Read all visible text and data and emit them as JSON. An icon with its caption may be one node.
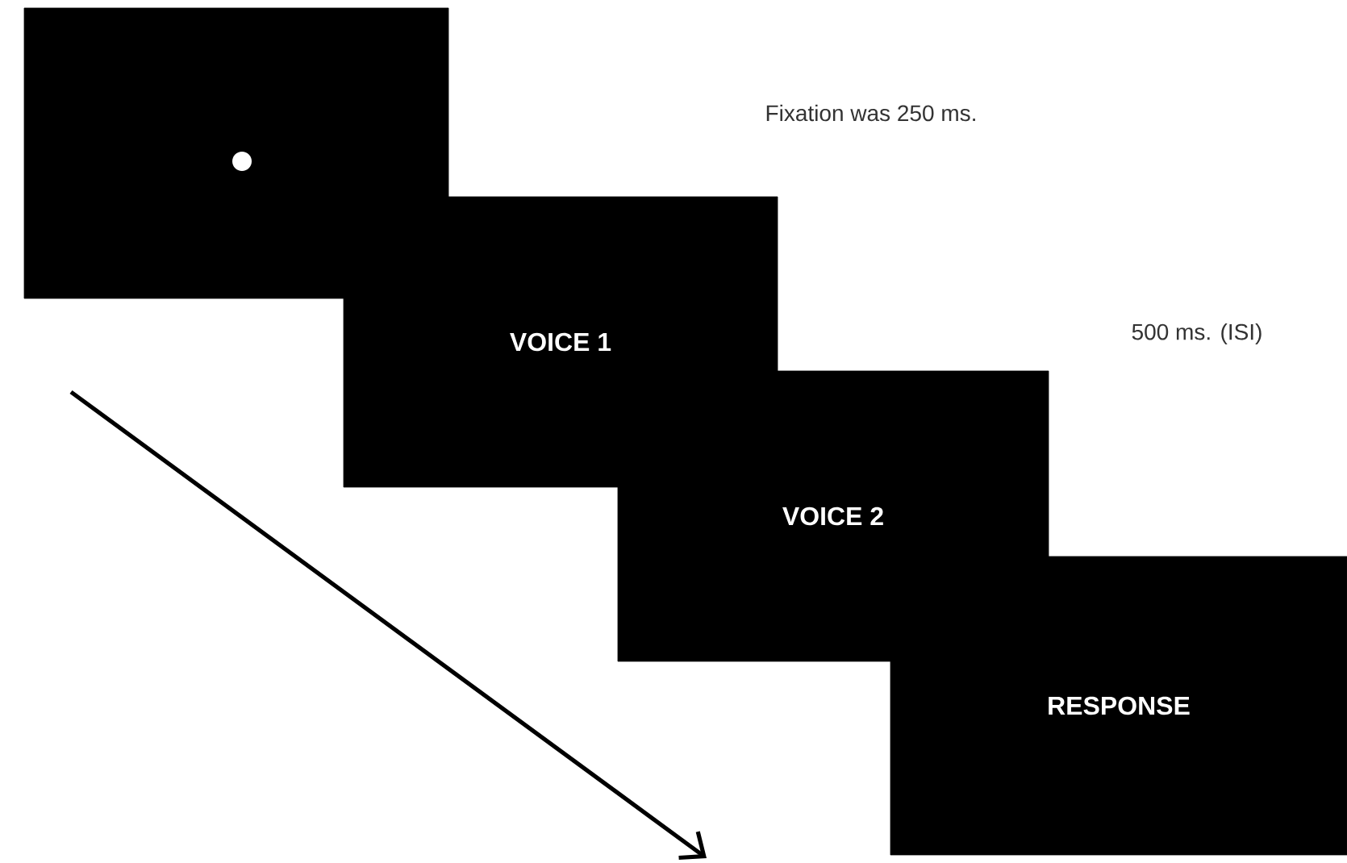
{
  "diagram": {
    "nodes": [
      {
        "text": [],
        "shape": "box"
      },
      {
        "text": [
          "VOICE 1"
        ]
      },
      {
        "text": [
          "VOICE 2"
        ]
      },
      {
        "text": [
          "RESPONSE"
        ]
      }
    ],
    "labels": [
      "Fixation was 250 ms.",
      "500 ms. (ISI)"
    ]
  }
}
